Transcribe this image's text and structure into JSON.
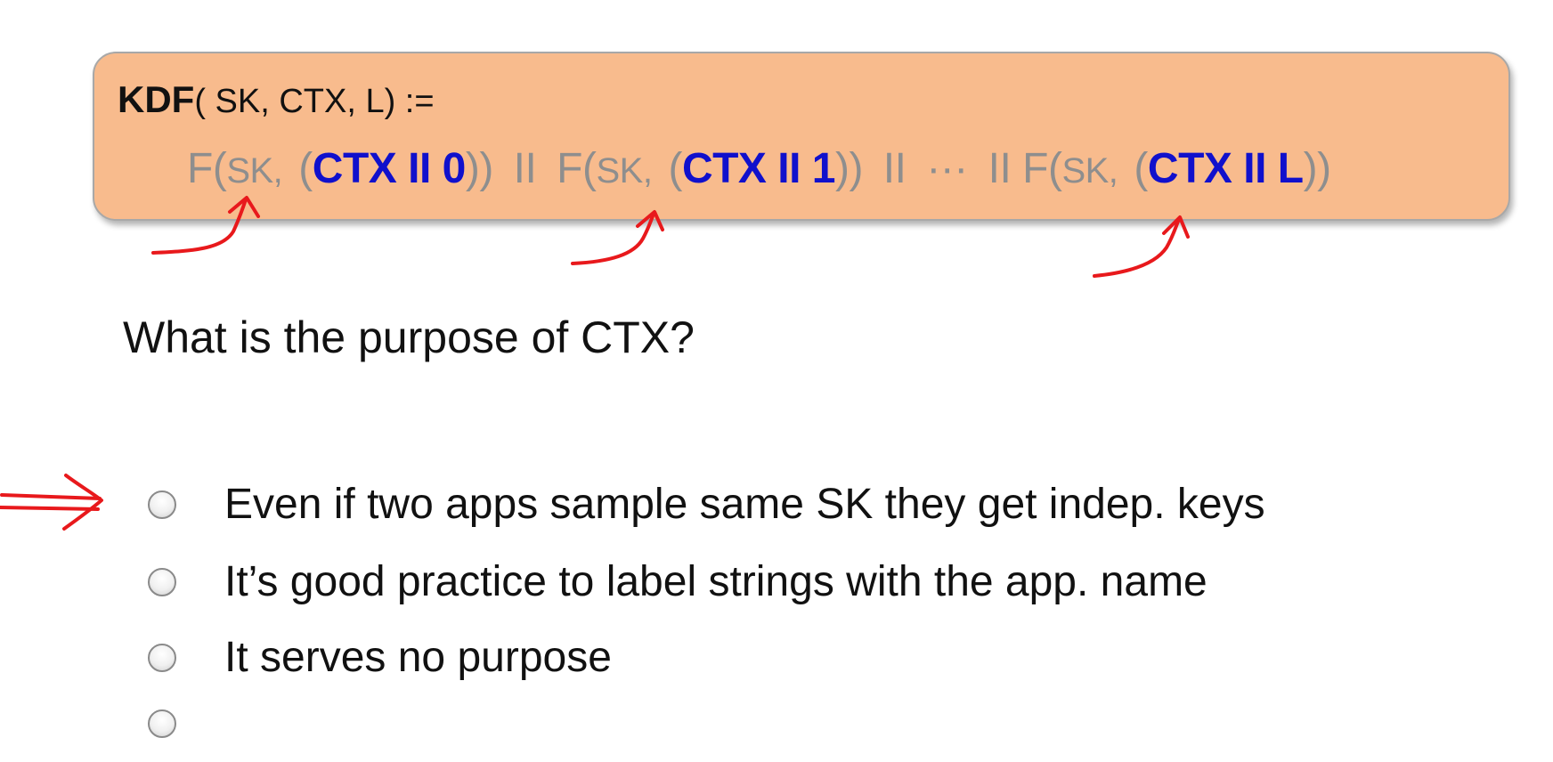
{
  "formula": {
    "kdf_name": "KDF",
    "kdf_args": "( SK, CTX, L) :=",
    "terms": [
      {
        "f": "F(",
        "sk": "SK,",
        "open": "(",
        "ctx": "CTX II 0",
        "close": "))"
      },
      {
        "f": "F(",
        "sk": "SK,",
        "open": "(",
        "ctx": "CTX II 1",
        "close": "))"
      },
      {
        "f": "F(",
        "sk": "SK,",
        "open": "(",
        "ctx": "CTX II L",
        "close": "))"
      }
    ],
    "concat": "II",
    "ellipsis": "···",
    "box_color": "#f8bb8d",
    "ctx_color": "#1010cc"
  },
  "question": "What is the purpose of CTX?",
  "options": [
    {
      "label": "Even if two apps sample same SK they get indep. keys"
    },
    {
      "label": "It’s good practice to label strings with the app. name"
    },
    {
      "label": "It serves no purpose"
    },
    {
      "label": ""
    }
  ],
  "annotations": {
    "color": "#e8191c",
    "marks": [
      "sk-arrow-icon",
      "sk-arrow-icon",
      "sk-arrow-icon",
      "double-arrow-icon"
    ]
  }
}
